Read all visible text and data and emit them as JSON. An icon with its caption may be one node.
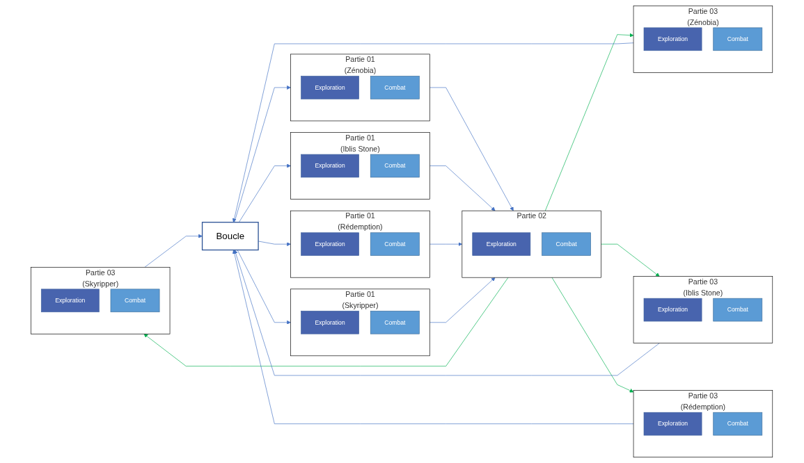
{
  "diagram": {
    "nodes": [
      {
        "text": [
          "Boucle"
        ]
      },
      {
        "text": [
          "Partie 01",
          "(Zénobia)"
        ]
      },
      {
        "text": [
          "Exploration"
        ],
        "in": 1
      },
      {
        "text": [
          "Combat"
        ],
        "in": 1
      },
      {
        "text": [
          "Partie 01",
          "(Iblis Stone)"
        ]
      },
      {
        "text": [
          "Exploration"
        ],
        "in": 4
      },
      {
        "text": [
          "Combat"
        ],
        "in": 4
      },
      {
        "text": [
          "Partie 01",
          "(Rédemption)"
        ]
      },
      {
        "text": [
          "Exploration"
        ],
        "in": 7
      },
      {
        "text": [
          "Combat"
        ],
        "in": 7
      },
      {
        "text": [
          "Partie 01",
          "(Skyripper)"
        ]
      },
      {
        "text": [
          "Exploration"
        ],
        "in": 10
      },
      {
        "text": [
          "Combat"
        ],
        "in": 10
      },
      {
        "text": [
          "Partie 02"
        ]
      },
      {
        "text": [
          "Exploration"
        ],
        "in": 13
      },
      {
        "text": [
          "Combat"
        ],
        "in": 13
      },
      {
        "text": [
          "Partie 03",
          "(Zénobia)"
        ]
      },
      {
        "text": [
          "Exploration"
        ],
        "in": 16
      },
      {
        "text": [
          "Combat"
        ],
        "in": 16
      },
      {
        "text": [
          "Partie 03",
          "(Iblis Stone)"
        ]
      },
      {
        "text": [
          "Exploration"
        ],
        "in": 19
      },
      {
        "text": [
          "Combat"
        ],
        "in": 19
      },
      {
        "text": [
          "Partie 03",
          "(Rédemption)"
        ]
      },
      {
        "text": [
          "Exploration"
        ],
        "in": 22
      },
      {
        "text": [
          "Combat"
        ],
        "in": 22
      },
      {
        "text": [
          "Partie 03",
          "(Skyripper)"
        ]
      },
      {
        "text": [
          "Exploration"
        ],
        "in": 25
      },
      {
        "text": [
          "Combat"
        ],
        "in": 25
      }
    ],
    "edges": [
      {
        "from": 0,
        "to": 1,
        "arrow": "to"
      },
      {
        "from": 0,
        "to": 4,
        "arrow": "to"
      },
      {
        "from": 0,
        "to": 7,
        "arrow": "to"
      },
      {
        "from": 0,
        "to": 10,
        "arrow": "to"
      },
      {
        "from": 1,
        "to": 13,
        "arrow": "to"
      },
      {
        "from": 4,
        "to": 13,
        "arrow": "to"
      },
      {
        "from": 7,
        "to": 13,
        "arrow": "to"
      },
      {
        "from": 10,
        "to": 13,
        "arrow": "to"
      },
      {
        "from": 13,
        "to": 16,
        "arrow": "to",
        "color": "#00b050"
      },
      {
        "from": 13,
        "to": 19,
        "arrow": "to",
        "color": "#00b050"
      },
      {
        "from": 13,
        "to": 22,
        "arrow": "to",
        "color": "#00b050"
      },
      {
        "from": 13,
        "to": 25,
        "arrow": "to",
        "color": "#00b050"
      },
      {
        "from": 16,
        "to": 0,
        "arrow": "to"
      },
      {
        "from": 19,
        "to": 0,
        "arrow": "to"
      },
      {
        "from": 22,
        "to": 0,
        "arrow": "to"
      },
      {
        "from": 25,
        "to": 0,
        "arrow": "to"
      }
    ]
  }
}
